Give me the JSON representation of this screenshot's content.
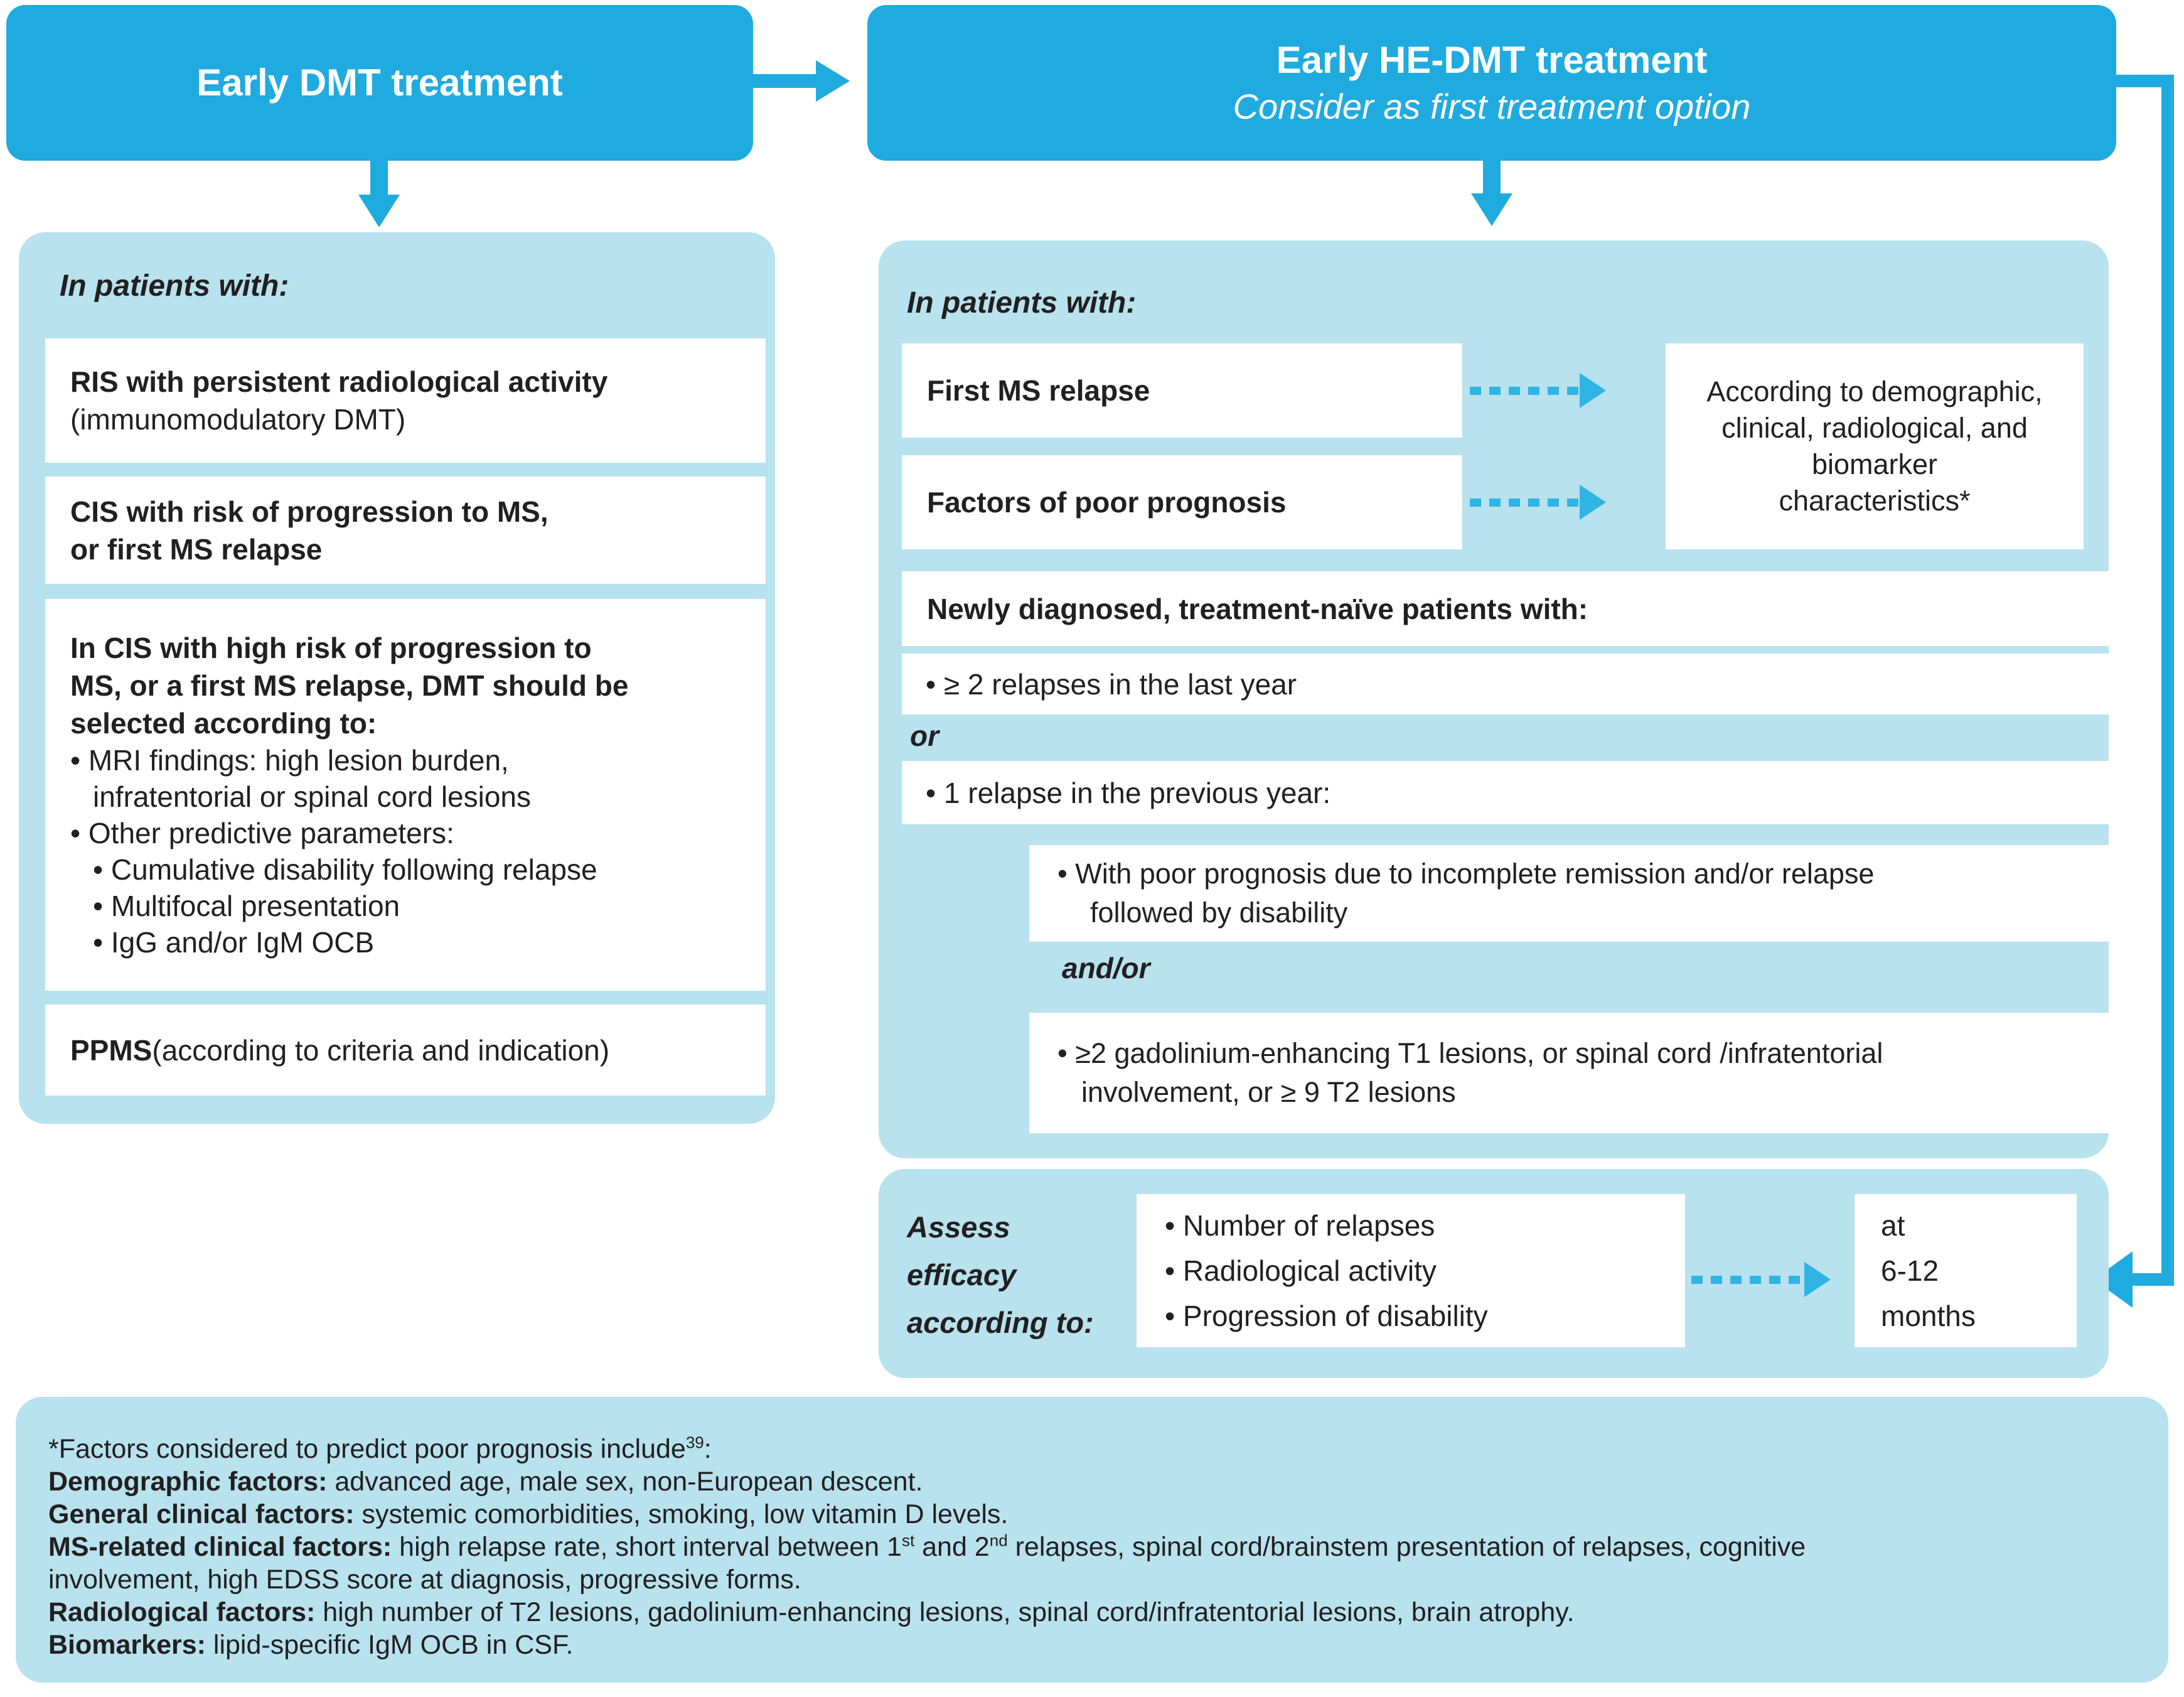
{
  "colors": {
    "header_blue": "#1fabdf",
    "panel_blue": "#b7e2ee",
    "dashed_blue": "#30b4e4",
    "text_dark": "#231f20"
  },
  "left": {
    "header": "Early DMT treatment",
    "intro": "In patients with:",
    "box_ris": {
      "bold": "RIS with persistent radiological activity",
      "normal": "(immunomodulatory DMT)"
    },
    "box_cis": "CIS with risk of progression to MS,\nor first MS relapse",
    "box_cis_high": {
      "heading": "In CIS with high risk of progression to\nMS, or a first MS relapse, DMT should be\nselected according to:",
      "bullet_mri_1": "• MRI findings: high lesion burden,",
      "bullet_mri_2": "infratentorial or spinal cord lesions",
      "bullet_other": "• Other predictive parameters:",
      "sub_cumulative": "• Cumulative disability following relapse",
      "sub_multifocal": "• Multifocal presentation",
      "sub_ocb": "• IgG and/or IgM OCB"
    },
    "box_ppms": {
      "bold": "PPMS",
      "normal": " (according to criteria and indication)"
    }
  },
  "right": {
    "header_line1": "Early HE-DMT treatment",
    "header_line2": "Consider as first treatment option",
    "intro": "In patients with:",
    "box_first_relapse": "First MS relapse",
    "box_poor_prognosis": "Factors of poor prognosis",
    "box_according": "According to demographic,\nclinical, radiological, and\nbiomarker\ncharacteristics*",
    "box_newly": "Newly diagnosed, treatment-naïve patients with:",
    "box_two_relapses": "• ≥ 2 relapses in the last year",
    "or_label": "or",
    "box_one_relapse": "•  1 relapse in the previous year:",
    "box_with_poor_1": "•  With poor prognosis due to incomplete remission and/or relapse",
    "box_with_poor_2": "followed by disability",
    "andor_label": "and/or",
    "box_gad_1": "• ≥2 gadolinium-enhancing T1 lesions, or spinal cord /infratentorial",
    "box_gad_2": "involvement, or ≥ 9 T2 lesions"
  },
  "assess": {
    "label": "Assess\nefficacy\naccording to:",
    "bullets": "• Number of relapses\n• Radiological activity\n• Progression of disability",
    "timing": "at\n6-12\nmonths"
  },
  "footnote": {
    "line1_pre": "*Factors considered to predict poor prognosis include",
    "line1_sup": "39",
    "line1_post": ":",
    "demographic_label": "Demographic factors:",
    "demographic_text": " advanced age, male sex, non-European descent.",
    "general_label": "General clinical factors:",
    "general_text": " systemic comorbidities, smoking, low vitamin D levels.",
    "ms_label": "MS-related clinical factors:",
    "ms_text_1": " high relapse rate, short interval between 1",
    "ms_sup_1": "st",
    "ms_text_2": " and 2",
    "ms_sup_2": "nd",
    "ms_text_3": " relapses, spinal cord/brainstem presentation of relapses, cognitive",
    "ms_text_4": "involvement, high EDSS score at diagnosis, progressive forms.",
    "radiological_label": "Radiological factors:",
    "radiological_text": " high number of T2 lesions, gadolinium-enhancing lesions, spinal cord/infratentorial lesions, brain atrophy.",
    "biomarkers_label": "Biomarkers:",
    "biomarkers_text": " lipid-specific IgM OCB in CSF."
  }
}
